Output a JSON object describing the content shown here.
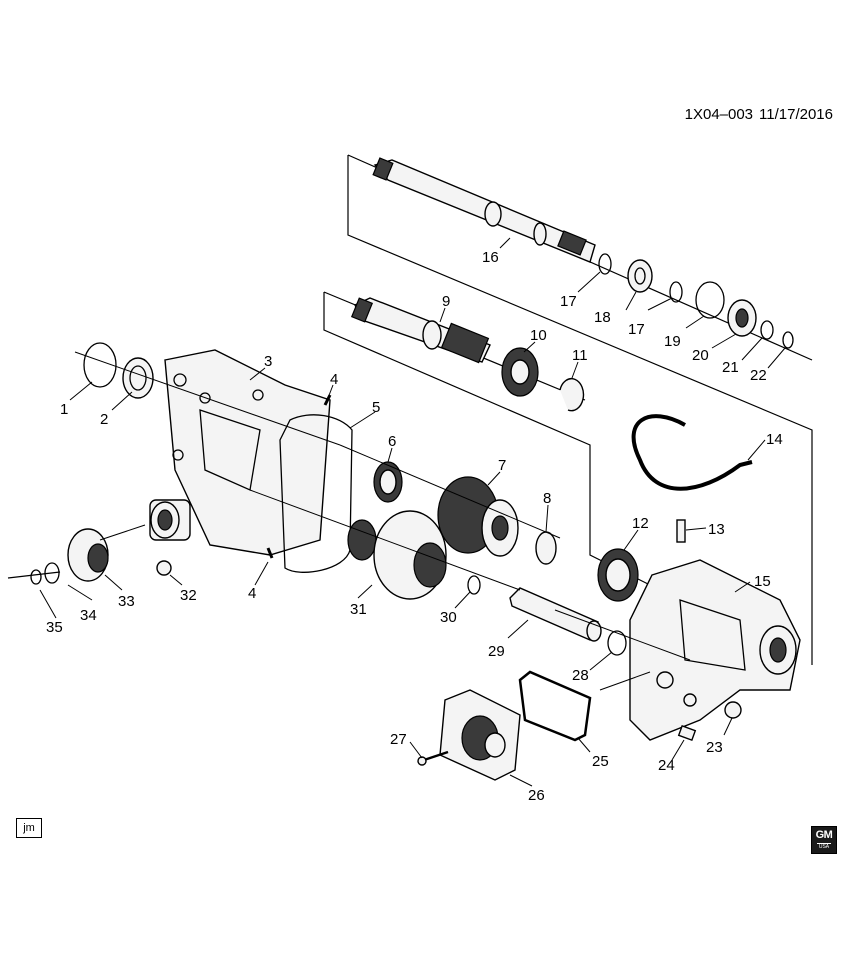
{
  "header": {
    "diagram_id": "1X04–003",
    "date": "11/17/2016"
  },
  "footer": {
    "artist_tag": "jm",
    "logo_text": "GM",
    "logo_subtext": "USA"
  },
  "callouts": [
    "1",
    "2",
    "3",
    "4",
    "4",
    "5",
    "6",
    "7",
    "8",
    "9",
    "10",
    "11",
    "12",
    "13",
    "14",
    "15",
    "16",
    "17",
    "17",
    "18",
    "19",
    "20",
    "21",
    "22",
    "23",
    "24",
    "25",
    "26",
    "27",
    "28",
    "29",
    "30",
    "31",
    "32",
    "33",
    "34",
    "35"
  ]
}
